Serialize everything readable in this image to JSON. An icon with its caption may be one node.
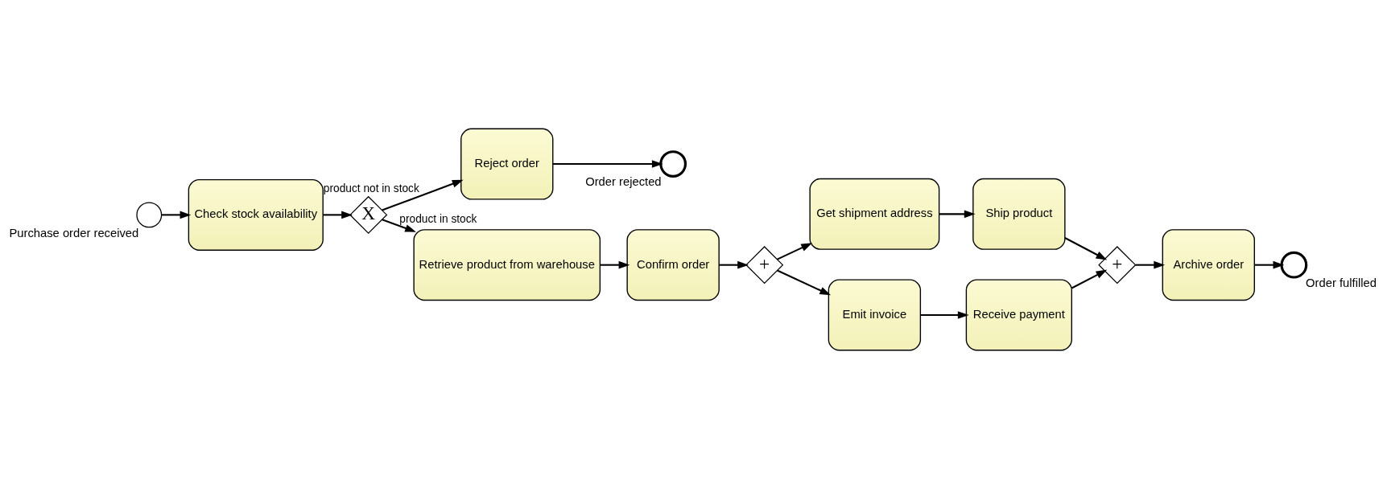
{
  "diagram": {
    "nodes": [
      {
        "text": [],
        "shape": "circle",
        "beside": [
          "Purchase order received"
        ]
      },
      {
        "text": [
          "Check stock availability"
        ]
      },
      {
        "text": [
          "X"
        ]
      },
      {
        "text": [
          "Reject order"
        ]
      },
      {
        "text": [],
        "shape": "circle",
        "beside": [
          "Order rejected"
        ]
      },
      {
        "text": [
          "Retrieve product from warehouse"
        ]
      },
      {
        "text": [
          "Confirm order"
        ]
      },
      {
        "text": [
          "+"
        ]
      },
      {
        "text": [
          "Get shipment address"
        ]
      },
      {
        "text": [
          "Ship product"
        ]
      },
      {
        "text": [
          "Emit invoice"
        ]
      },
      {
        "text": [
          "Receive payment"
        ]
      },
      {
        "text": [
          "+"
        ]
      },
      {
        "text": [
          "Archive order"
        ]
      },
      {
        "text": [],
        "shape": "circle",
        "beside": [
          "Order fulfilled"
        ]
      }
    ],
    "edges": [
      {
        "from": 0,
        "to": 1,
        "arrow": "to"
      },
      {
        "from": 1,
        "to": 2,
        "arrow": "to"
      },
      {
        "from": 2,
        "to": 3,
        "arrow": "to",
        "label": "product not in stock"
      },
      {
        "from": 3,
        "to": 4,
        "arrow": "to"
      },
      {
        "from": 2,
        "to": 5,
        "arrow": "to",
        "label": "product in stock"
      },
      {
        "from": 5,
        "to": 6,
        "arrow": "to"
      },
      {
        "from": 6,
        "to": 7,
        "arrow": "to"
      },
      {
        "from": 7,
        "to": 8,
        "arrow": "to"
      },
      {
        "from": 7,
        "to": 10,
        "arrow": "to"
      },
      {
        "from": 8,
        "to": 9,
        "arrow": "to"
      },
      {
        "from": 10,
        "to": 11,
        "arrow": "to"
      },
      {
        "from": 9,
        "to": 12,
        "arrow": "to"
      },
      {
        "from": 11,
        "to": 12,
        "arrow": "to"
      },
      {
        "from": 12,
        "to": 13,
        "arrow": "to"
      },
      {
        "from": 13,
        "to": 14,
        "arrow": "to"
      }
    ]
  }
}
